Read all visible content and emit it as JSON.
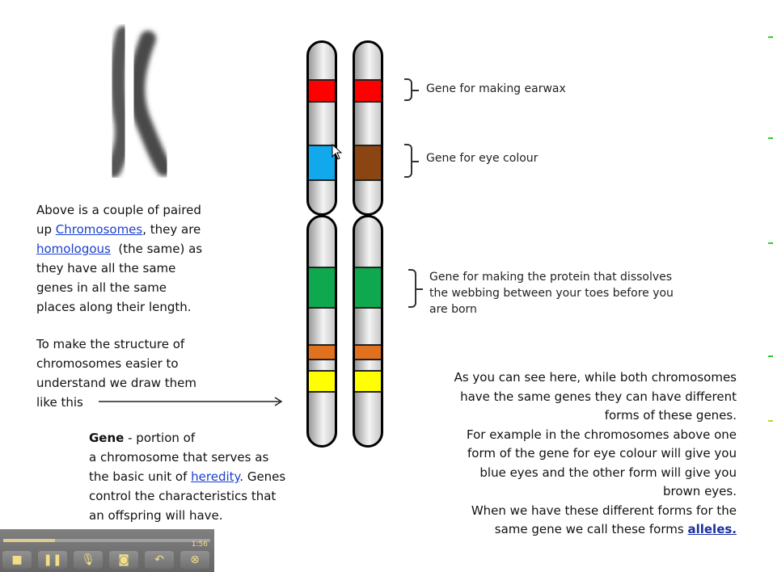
{
  "intro_text": {
    "line1": "Above is a couple of paired",
    "line2_prefix": "up ",
    "line2_link": "Chromosomes",
    "line2_suffix": ", they are",
    "line3_link": "homologous",
    "line3_suffix": "  (the same) as",
    "line4": "they have all the same",
    "line5": "genes in all the same",
    "line6": "places along their length."
  },
  "structure_text": [
    "To make the structure of",
    "chromosomes easier to",
    "understand we draw them",
    "like this"
  ],
  "gene_labels": {
    "earwax": "Gene for making earwax",
    "eye": "Gene for eye colour",
    "webbing": [
      "Gene for making the protein that dissolves",
      "the webbing between your toes before you",
      "are born"
    ]
  },
  "definition": {
    "term": "Gene",
    "line1": " - portion of",
    "line2": "a chromosome that serves as",
    "line3_prefix": "the basic unit of ",
    "line3_link": "heredity",
    "line3_suffix": ". Genes",
    "line4": "control the characteristics that",
    "line5": "an offspring will have."
  },
  "alleles_text": {
    "lines": [
      "As you can see here, while both chromosomes",
      "have the same genes they can have different",
      "forms of these genes.",
      "For example in the chromosomes above one",
      "form of the gene for eye colour will give you",
      "blue eyes and the other form will give you",
      "brown eyes.",
      "When we have these different forms for the"
    ],
    "last_prefix": "same gene we call these forms ",
    "last_link": "alleles."
  },
  "colors": {
    "red": "#ff0000",
    "blue": "#12a9ec",
    "brown": "#8b4513",
    "green": "#10a84e",
    "orange": "#e2711d",
    "yellow": "#ffff00"
  },
  "player": {
    "time": "1:56",
    "progress": 0.25,
    "buttons": [
      {
        "name": "stop-icon",
        "glyph": "■"
      },
      {
        "name": "pause-icon",
        "glyph": "❚❚"
      },
      {
        "name": "microphone-icon",
        "glyph": "🎙"
      },
      {
        "name": "webcam-icon",
        "glyph": "◙"
      },
      {
        "name": "undo-icon",
        "glyph": "↶"
      },
      {
        "name": "close-icon",
        "glyph": "⊗"
      }
    ]
  }
}
